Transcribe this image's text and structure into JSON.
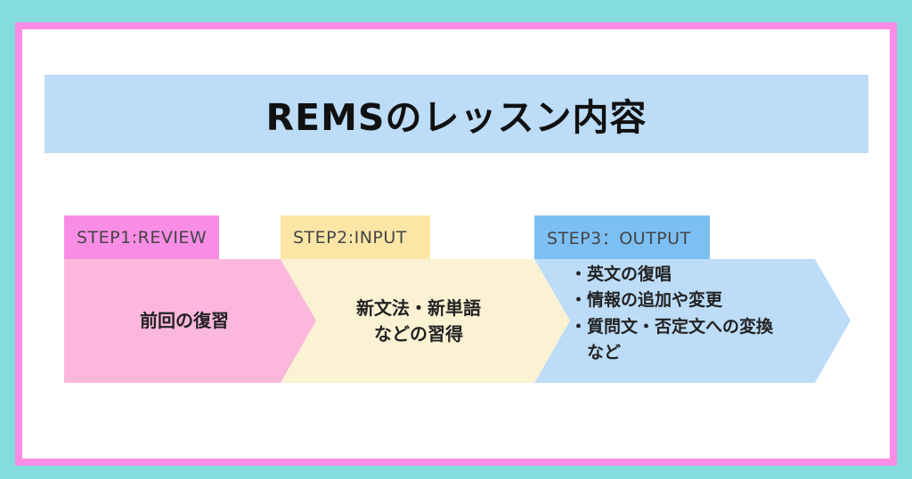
{
  "title": "REMSのレッスン内容",
  "colors": {
    "background": "#84dcdc",
    "frame_border": "#f98de6",
    "title_bar": "#bcdcf7",
    "step1_tag": "#f98de6",
    "step1_body": "#fbb8dc",
    "step2_tag": "#fbe6a6",
    "step2_body": "#fbf2d4",
    "step3_tag": "#7cc0f3",
    "step3_body": "#bcdcf7"
  },
  "steps": [
    {
      "tag": "STEP1:REVIEW",
      "lines": [
        "前回の復習"
      ]
    },
    {
      "tag": "STEP2:INPUT",
      "lines": [
        "新文法・新単語",
        "などの習得"
      ]
    },
    {
      "tag": "STEP3：OUTPUT",
      "lines": [
        "・英文の復唱",
        "・情報の追加や変更",
        "・質問文・否定文への変換",
        "　など"
      ]
    }
  ]
}
